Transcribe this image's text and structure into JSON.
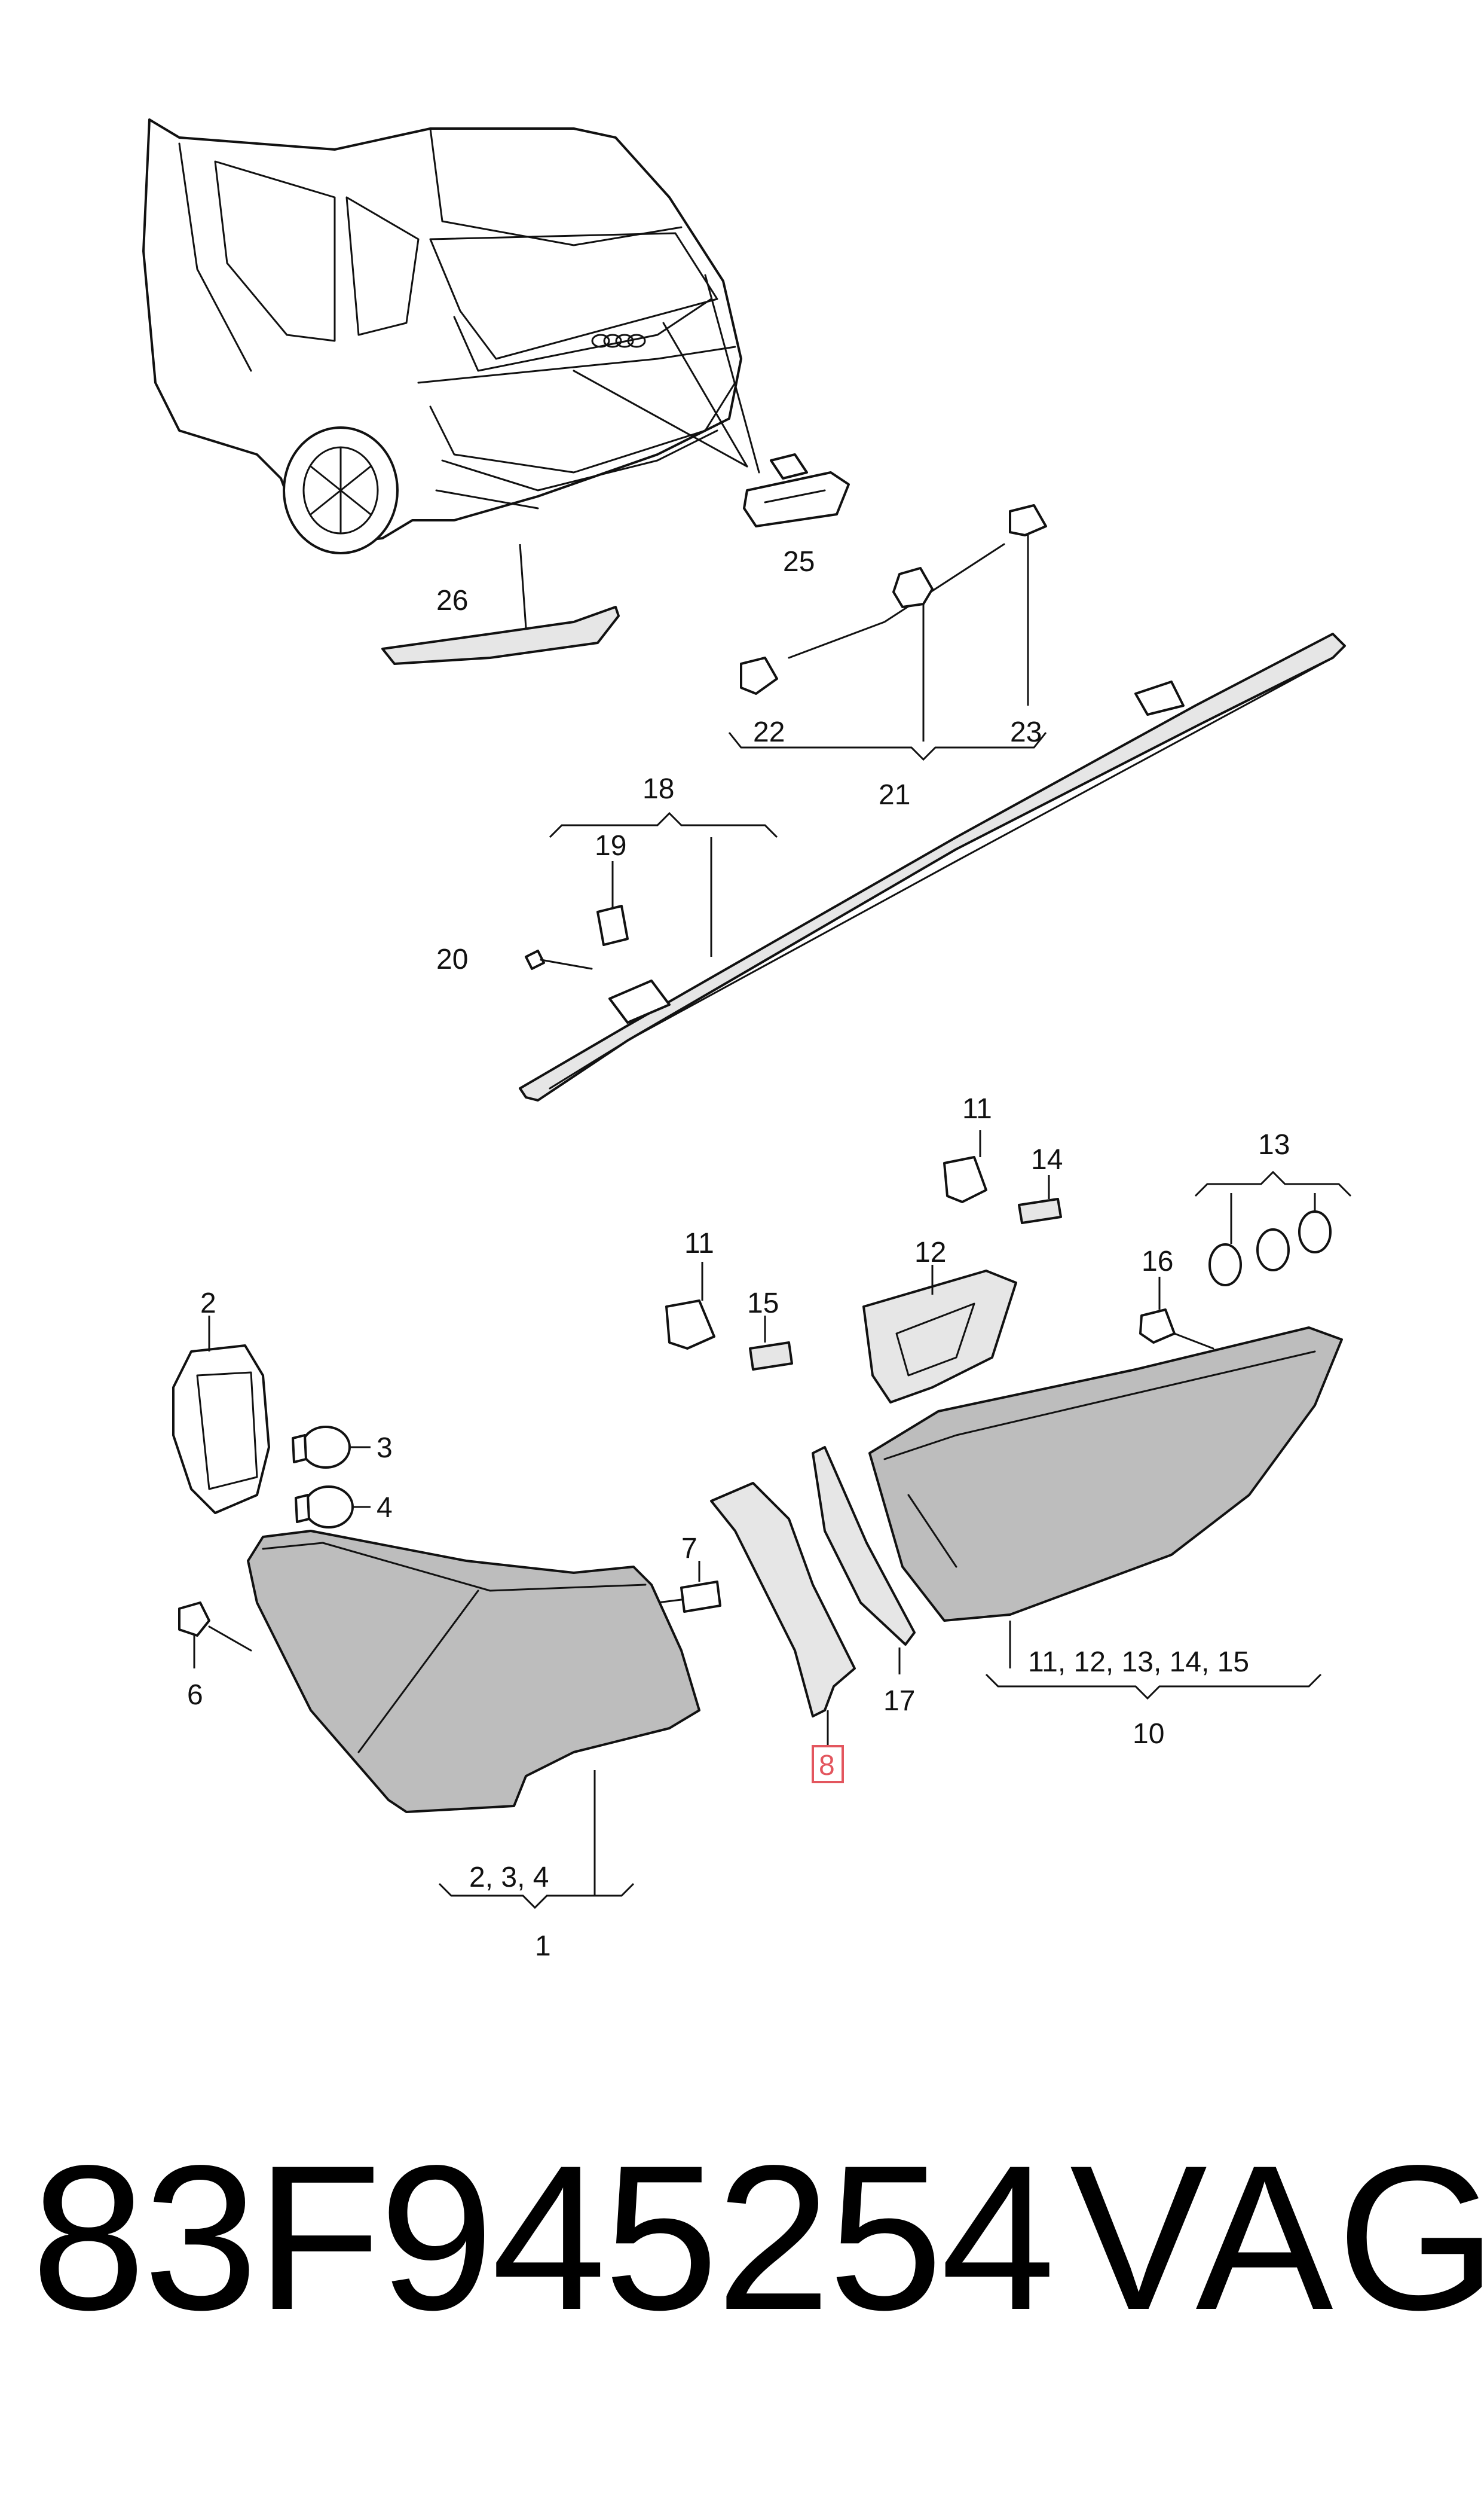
{
  "callouts": {
    "c1": "1",
    "c2": "2",
    "c3": "3",
    "c4": "4",
    "c6": "6",
    "c7": "7",
    "c8": "8",
    "c10": "10",
    "c11a": "11",
    "c11b": "11",
    "c12": "12",
    "c13": "13",
    "c14": "14",
    "c15": "15",
    "c16": "16",
    "c17": "17",
    "c18": "18",
    "c19": "19",
    "c20": "20",
    "c21": "21",
    "c22": "22",
    "c23": "23",
    "c25": "25",
    "c26": "26",
    "g1": "2, 3, 4",
    "g10": "11, 12, 13, 14, 15"
  },
  "footer": {
    "part_number": "83F945254",
    "brand": "VAG"
  },
  "colors": {
    "line": "#111111",
    "highlight": "#e3565e",
    "background": "#ffffff"
  }
}
